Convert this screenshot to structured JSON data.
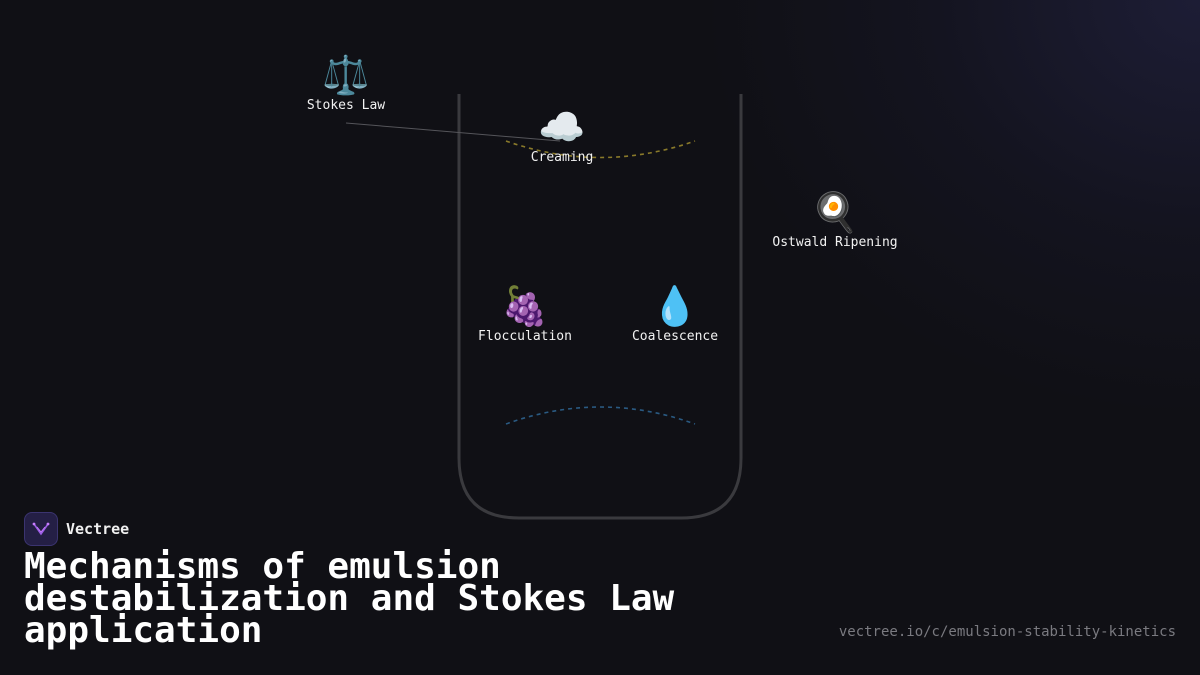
{
  "diagram": {
    "nodes": {
      "stokes_law": {
        "icon": "balance-scale-icon",
        "emoji": "⚖️",
        "label": "Stokes Law"
      },
      "creaming": {
        "icon": "cloud-icon",
        "emoji": "☁️",
        "label": "Creaming"
      },
      "ostwald": {
        "icon": "fried-egg-pan-icon",
        "emoji": "🍳",
        "label": "Ostwald Ripening"
      },
      "flocculation": {
        "icon": "grapes-icon",
        "emoji": "🍇",
        "label": "Flocculation"
      },
      "coalescence": {
        "icon": "droplet-icon",
        "emoji": "💧",
        "label": "Coalescence"
      }
    },
    "colors": {
      "beaker_outline": "#3a3a3e",
      "cream_layer": "#8a7a2a",
      "sediment_layer": "#2a5a82",
      "connector": "#55555a"
    }
  },
  "brand": {
    "name": "Vectree",
    "logo_icon": "vectree-logo-icon",
    "accent": "#9b5de5"
  },
  "title": "Mechanisms of emulsion destabilization and Stokes Law application",
  "url": "vectree.io/c/emulsion-stability-kinetics"
}
